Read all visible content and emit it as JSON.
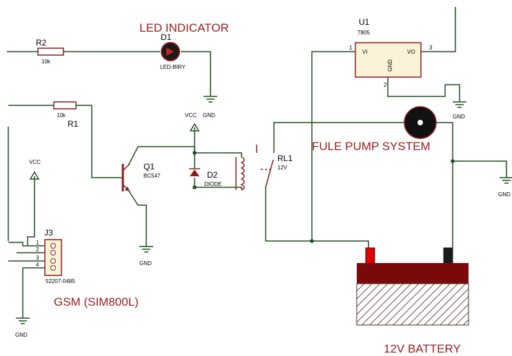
{
  "labels": {
    "led_indicator": "LED INDICATOR",
    "fuel_pump_system": "FULE PUMP SYSTEM",
    "gsm": "GSM (SIM800L)",
    "battery": "12V BATTERY"
  },
  "components": {
    "r2": {
      "ref": "R2",
      "value": "10k"
    },
    "r1": {
      "ref": "R1",
      "value": "10k"
    },
    "d1": {
      "ref": "D1",
      "value": "LED-BIRY"
    },
    "d2": {
      "ref": "D2",
      "value": "DIODE"
    },
    "q1": {
      "ref": "Q1",
      "value": "BC547"
    },
    "rl1": {
      "ref": "RL1",
      "value": "12V"
    },
    "u1": {
      "ref": "U1",
      "value": "7805",
      "pin_vi": "VI",
      "pin_vo": "VO",
      "pin_gnd": "GND",
      "pin1": "1",
      "pin2": "2",
      "pin3": "3"
    },
    "j3": {
      "ref": "J3",
      "value": "52207-0485",
      "pins": [
        "1",
        "2",
        "3",
        "4"
      ]
    }
  },
  "power": {
    "vcc": "VCC",
    "gnd": "GND"
  },
  "colors": {
    "wire": "#1e4d1e",
    "component": "#8b1a1a",
    "title_text": "#9b1b1b",
    "battery_body": "#7a0a0a",
    "battery_terminal_pos": "#e00000"
  }
}
